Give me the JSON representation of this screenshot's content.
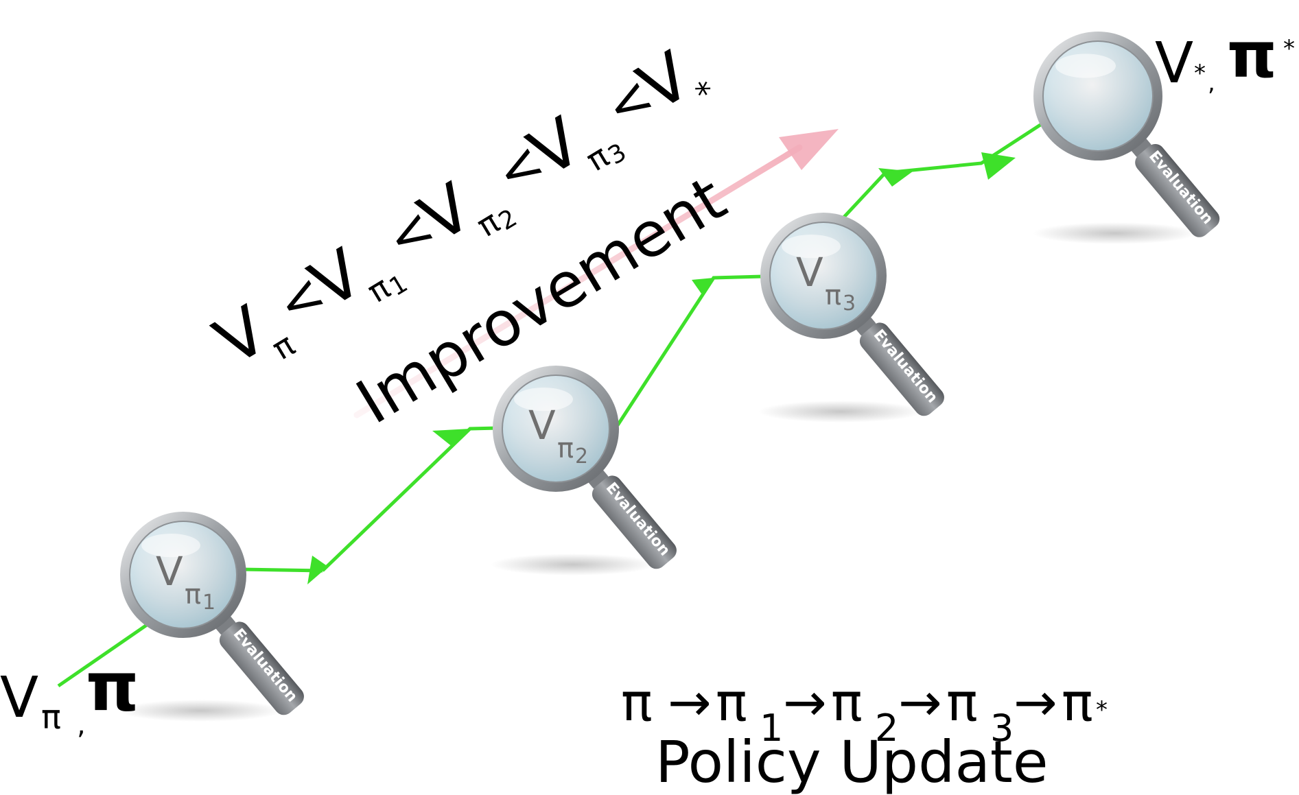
{
  "start_label": {
    "v": "V",
    "sub": "π",
    "comma": ",",
    "pi": "π"
  },
  "end_label": {
    "v": "V",
    "sub": "*",
    "comma": ",",
    "pi": "π",
    "pi_sub": "*"
  },
  "inequality": {
    "parts": [
      {
        "v": "V",
        "sub": "π",
        "sub_index": ""
      },
      {
        "sep": "<"
      },
      {
        "v": "V",
        "sub": "π",
        "sub_index": "1"
      },
      {
        "sep": "<"
      },
      {
        "v": "V",
        "sub": "π",
        "sub_index": "2"
      },
      {
        "sep": "<"
      },
      {
        "v": "V",
        "sub": "π",
        "sub_index": "3"
      },
      {
        "sep": "<"
      },
      {
        "v": "V",
        "sub": "*",
        "sub_index": ""
      }
    ]
  },
  "improvement_label": "Improvement",
  "magnifiers": [
    {
      "v": "V",
      "sub": "π",
      "index": "1",
      "handle_text": "Evaluation"
    },
    {
      "v": "V",
      "sub": "π",
      "index": "2",
      "handle_text": "Evaluation"
    },
    {
      "v": "V",
      "sub": "π",
      "index": "3",
      "handle_text": "Evaluation"
    },
    {
      "v": "",
      "sub": "",
      "index": "",
      "handle_text": "Evaluation"
    }
  ],
  "policy_sequence": {
    "items": [
      {
        "pi": "π",
        "sub": ""
      },
      {
        "arrow": "→"
      },
      {
        "pi": "π",
        "sub": "1"
      },
      {
        "arrow": "→"
      },
      {
        "pi": "π",
        "sub": "2"
      },
      {
        "arrow": "→"
      },
      {
        "pi": "π",
        "sub": "3"
      },
      {
        "arrow": "→"
      },
      {
        "pi": "π",
        "sub": "*"
      }
    ]
  },
  "policy_update_label": "Policy Update",
  "colors": {
    "path_green": "#3ee02a",
    "improvement_arrow": "#f3b6c0",
    "lens_glass": "#dff1f8",
    "lens_rim": "#a9acb0",
    "handle": "#8e9194",
    "text": "#000000"
  }
}
